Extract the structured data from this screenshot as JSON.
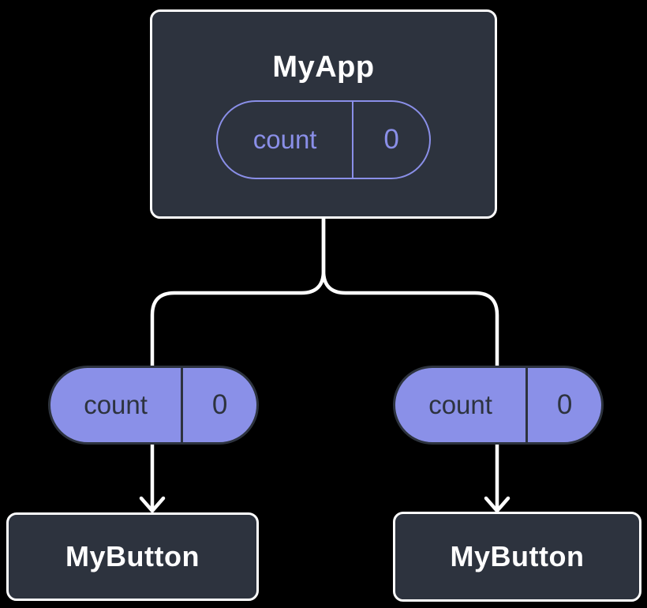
{
  "diagram": {
    "kind": "component-tree-state-diagram",
    "colors": {
      "background": "#000000",
      "node_fill": "#2D333E",
      "node_border": "#FFFFFF",
      "accent_purple": "#8A90E8",
      "pill_outline_purple": "#8A8FE8",
      "pill_text_dark": "#2D333E",
      "connector_white": "#FFFFFF"
    },
    "root": {
      "title": "MyApp",
      "state": {
        "name": "count",
        "value": "0"
      }
    },
    "props": [
      {
        "name": "count",
        "value": "0"
      },
      {
        "name": "count",
        "value": "0"
      }
    ],
    "children": [
      {
        "title": "MyButton"
      },
      {
        "title": "MyButton"
      }
    ]
  }
}
